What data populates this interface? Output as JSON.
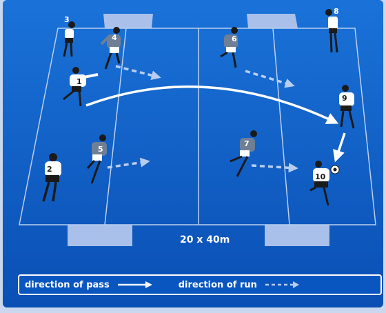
{
  "pitch": {
    "size_label": "20 x 40m"
  },
  "legend": {
    "pass_label": "direction of pass",
    "run_label": "direction of run"
  },
  "players": {
    "white": [
      "1",
      "2",
      "3",
      "8",
      "9",
      "10"
    ],
    "blue": [
      "4",
      "5",
      "6",
      "7"
    ]
  },
  "colors": {
    "background": "#0a56c0",
    "pitch_lines": "#bcd0f0",
    "goal_fill": "#a8c0ea",
    "white_team": "#ffffff",
    "blue_team": "#6f7f96",
    "pass_arrow": "#ffffff",
    "run_arrow": "#b9cdf0"
  }
}
